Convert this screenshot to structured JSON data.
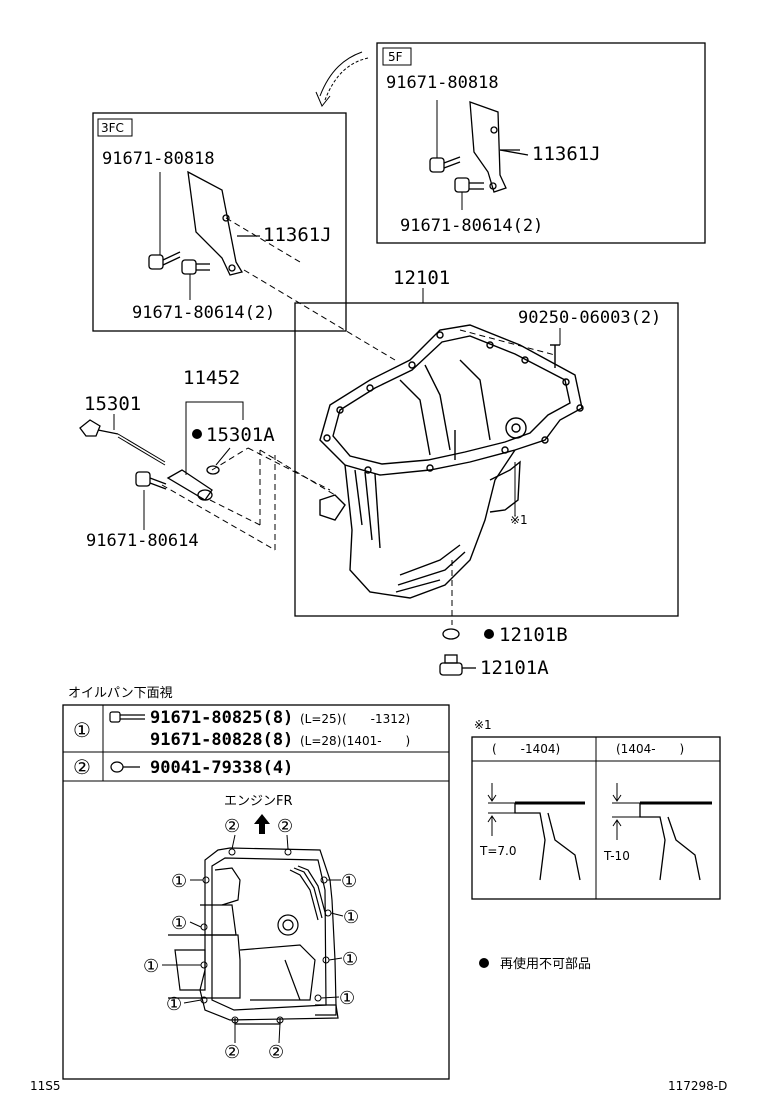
{
  "box_5f": {
    "tag": "5F",
    "bolt_top": "91671-80818",
    "bracket": "11361J",
    "bolt_bottom": "91671-80614(2)"
  },
  "box_3fc": {
    "tag": "3FC",
    "bolt_top": "91671-80818",
    "bracket": "11361J",
    "bolt_bottom": "91671-80614(2)"
  },
  "main": {
    "oil_pan": "12101",
    "stud": "90250-06003(2)",
    "tube": "11452",
    "dipstick": "15301",
    "oring": "15301A",
    "tube_bolt": "91671-80614",
    "note_ref": "※1",
    "gasket": "12101B",
    "drain_plug": "12101A"
  },
  "table": {
    "caption": "オイルパン下面視",
    "rows": [
      {
        "mark": "①",
        "lines": [
          {
            "part": "91671-80825(8)",
            "len": "(L=25)",
            "range": "(　　-1312)"
          },
          {
            "part": "91671-80828(8)",
            "len": "(L=28)",
            "range": "(1401-　　)"
          }
        ]
      },
      {
        "mark": "②",
        "lines": [
          {
            "part": "90041-79338(4)",
            "len": "",
            "range": ""
          }
        ]
      }
    ],
    "engine_front": "エンジンFR"
  },
  "note1": {
    "title": "※1",
    "col1_header": "(　　-1404)",
    "col2_header": "(1404-　　)",
    "col1_value": "T=7.0",
    "col2_value": "T-10"
  },
  "legend": {
    "symbol": "●",
    "text": "再使用不可部品"
  },
  "footer": {
    "left": "11S5",
    "right": "117298-D"
  },
  "bottom_view_marks": {
    "one": "①",
    "two": "②"
  }
}
